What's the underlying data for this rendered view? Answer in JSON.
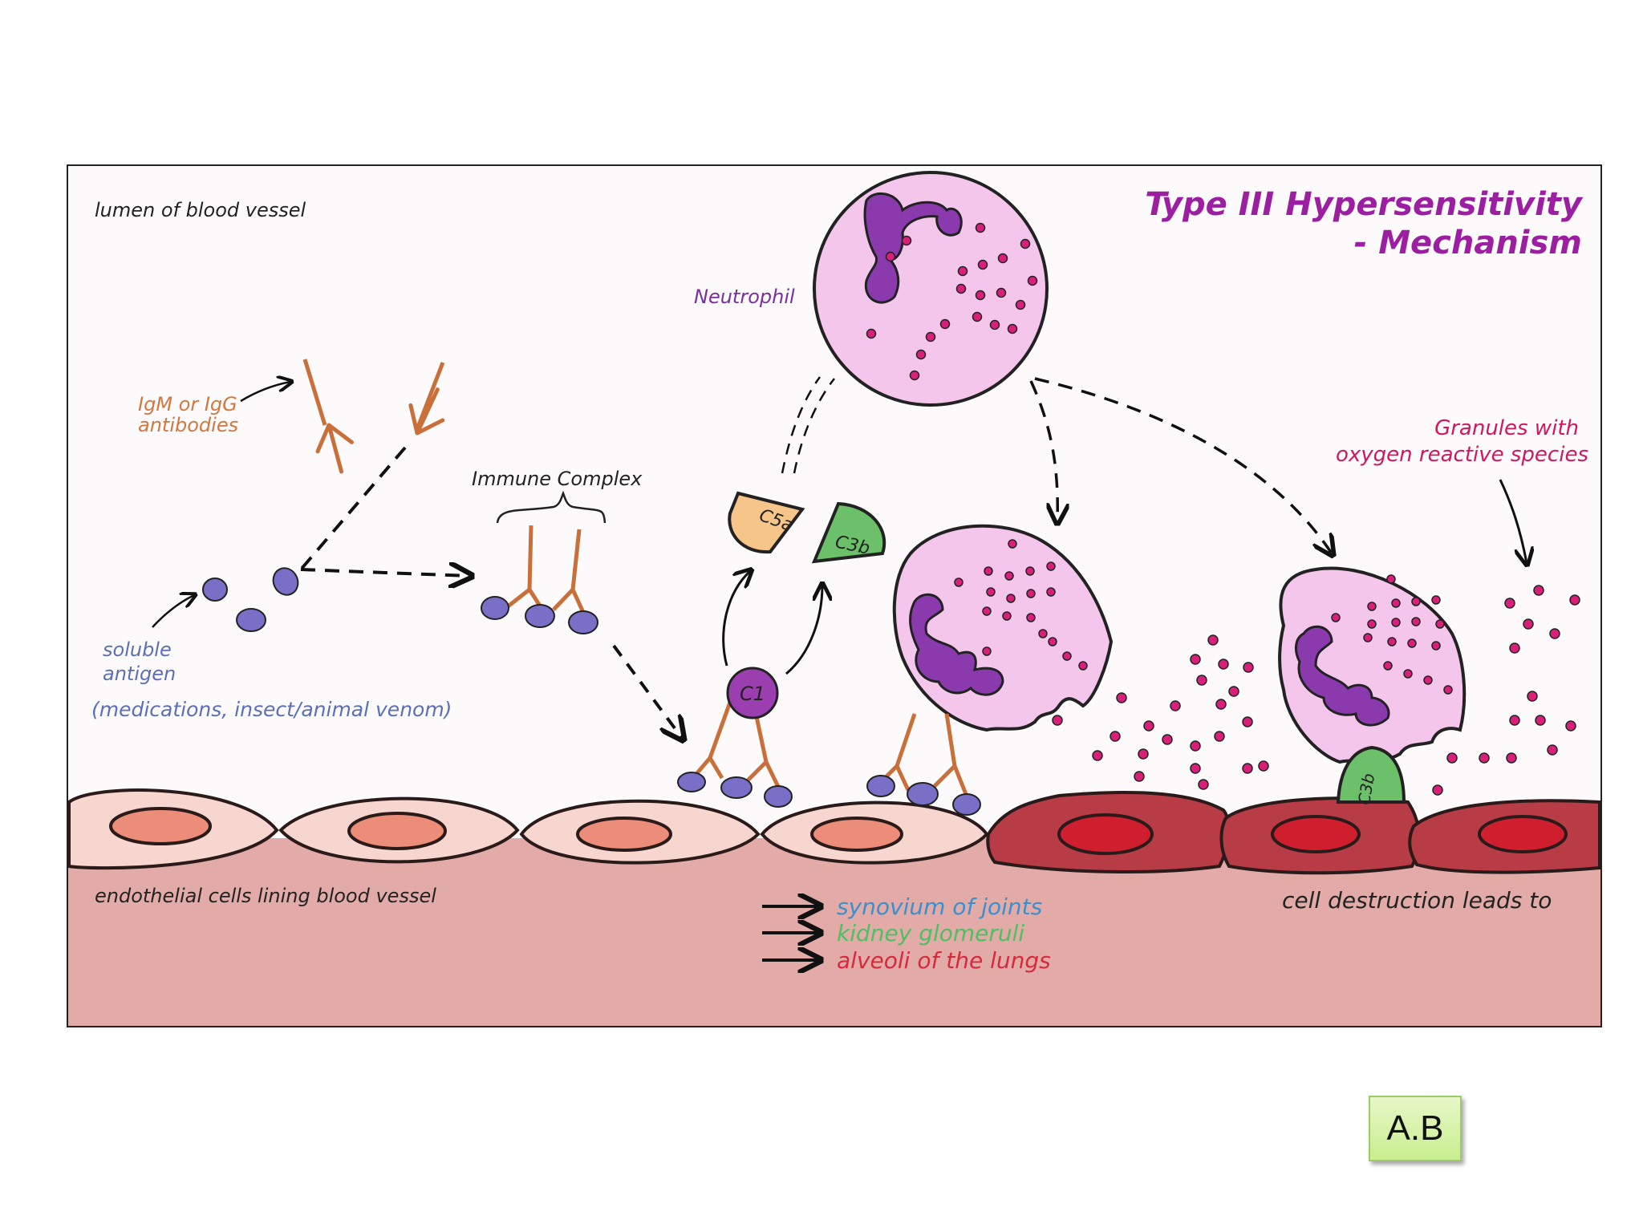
{
  "title": {
    "line1": "Type III Hypersensitivity",
    "line2": "- Mechanism"
  },
  "labels": {
    "lumen": "lumen of blood vessel",
    "antibodies_line1": "IgM or IgG",
    "antibodies_line2": "antibodies",
    "antigen_line1": "soluble",
    "antigen_line2": "antigen",
    "antigen_examples": "(medications, insect/animal venom)",
    "immune_complex": "Immune Complex",
    "neutrophil": "Neutrophil",
    "c5a": "C5a",
    "c3b": "C3b",
    "c1": "C1",
    "c3b_bound": "C3b",
    "granules_line1": "Granules with",
    "granules_line2": "oxygen reactive species",
    "endothelial": "endothelial cells lining blood vessel",
    "cell_destruction": "cell destruction leads to"
  },
  "sites": [
    {
      "text": "synovium of joints",
      "color": "#3a8fd0"
    },
    {
      "text": "kidney glomeruli",
      "color": "#4fbf63"
    },
    {
      "text": "alveoli of the lungs",
      "color": "#d62a3a"
    }
  ],
  "initials": "A.B",
  "colors": {
    "title": "#9b1fa0",
    "antibody": "#d2773f",
    "antigen": "#7a6fc6",
    "neutrophil_body": "#f4c6ec",
    "nucleus": "#8a3aad",
    "granule": "#d8207a",
    "healthy_cell": "#f7d6cf",
    "damaged_cell": "#b83c46",
    "tissue": "#e2aba7",
    "c5a": "#f5c58a",
    "c3b": "#6cc06a"
  }
}
